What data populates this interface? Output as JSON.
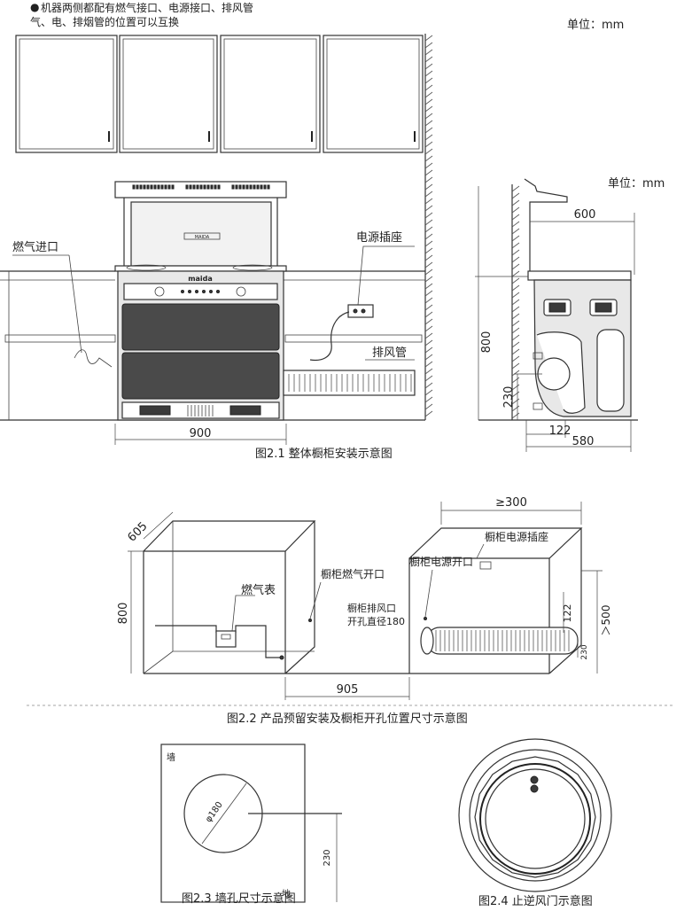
{
  "notes": {
    "bullet": "●",
    "line1": "机器两侧都配有燃气接口、电源接口、排风管",
    "line2": "气、电、排烟管的位置可以互换"
  },
  "fig1": {
    "unit": "单位：mm",
    "brand_label": "maida",
    "gas_inlet": "燃气进口",
    "power_socket": "电源插座",
    "exhaust_pipe": "排风管",
    "dim_width": "900",
    "caption": "图2.1  整体橱柜安装示意图"
  },
  "fig_side": {
    "unit": "单位：mm",
    "dim_depth_top": "600",
    "dim_height": "800",
    "dim_hole_height": "230",
    "dim_offset": "122",
    "dim_depth": "580"
  },
  "fig2": {
    "dim_depth": "605",
    "dim_height": "800",
    "gas_meter": "燃气表",
    "cabinet_gas_opening": "橱柜燃气开口",
    "cabinet_power_socket": "橱柜电源插座",
    "cabinet_power_opening": "橱柜电源开口",
    "exhaust_opening_l1": "橱柜排风口",
    "exhaust_opening_l2": "开孔直径180",
    "dim_min_width": "≥300",
    "dim_122": "122",
    "dim_gt500": "＞500",
    "dim_230": "230",
    "dim_width": "905",
    "caption": "图2.2  产品预留安装及橱柜开孔位置尺寸示意图"
  },
  "fig3": {
    "wall": "墙",
    "floor": "地",
    "diameter": "φ180",
    "dim_230": "230",
    "caption": "图2.3 墙孔尺寸示意图"
  },
  "fig4": {
    "caption": "图2.4  止逆风门示意图"
  }
}
